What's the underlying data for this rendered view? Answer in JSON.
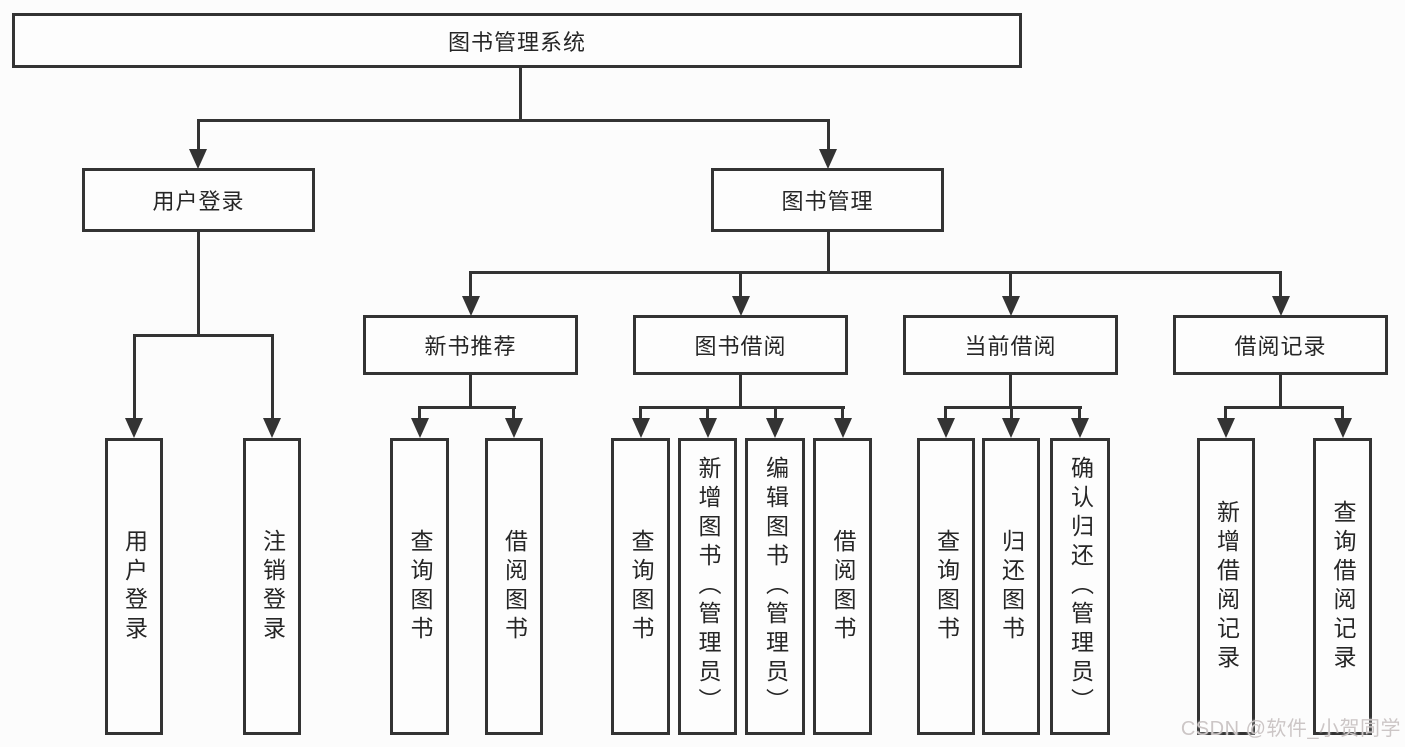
{
  "diagram_title": "图书管理系统",
  "nodes": {
    "root": {
      "label": "图书管理系统"
    },
    "userLogin": {
      "label": "用户登录"
    },
    "bookManagement": {
      "label": "图书管理"
    },
    "newBookRecommend": {
      "label": "新书推荐"
    },
    "bookBorrow": {
      "label": "图书借阅"
    },
    "currentBorrow": {
      "label": "当前借阅"
    },
    "borrowRecords": {
      "label": "借阅记录"
    }
  },
  "leaves": [
    {
      "label": "用户登录",
      "parent": "用户登录"
    },
    {
      "label": "注销登录",
      "parent": "用户登录"
    },
    {
      "label": "查询图书",
      "parent": "新书推荐"
    },
    {
      "label": "借阅图书",
      "parent": "新书推荐"
    },
    {
      "label": "查询图书",
      "parent": "图书借阅"
    },
    {
      "label": "新增图书（管理员）",
      "parent": "图书借阅"
    },
    {
      "label": "编辑图书（管理员）",
      "parent": "图书借阅"
    },
    {
      "label": "借阅图书",
      "parent": "图书借阅"
    },
    {
      "label": "查询图书",
      "parent": "当前借阅"
    },
    {
      "label": "归还图书",
      "parent": "当前借阅"
    },
    {
      "label": "确认归还（管理员）",
      "parent": "当前借阅"
    },
    {
      "label": "新增借阅记录",
      "parent": "借阅记录"
    },
    {
      "label": "查询借阅记录",
      "parent": "借阅记录"
    }
  ],
  "watermark": "CSDN @软件_小贺同学",
  "colors": {
    "line": "#333333",
    "text": "#262626",
    "bg": "#fcfcfc",
    "box-bg": "#fdfdfd",
    "watermark": "#ccc6c6"
  }
}
